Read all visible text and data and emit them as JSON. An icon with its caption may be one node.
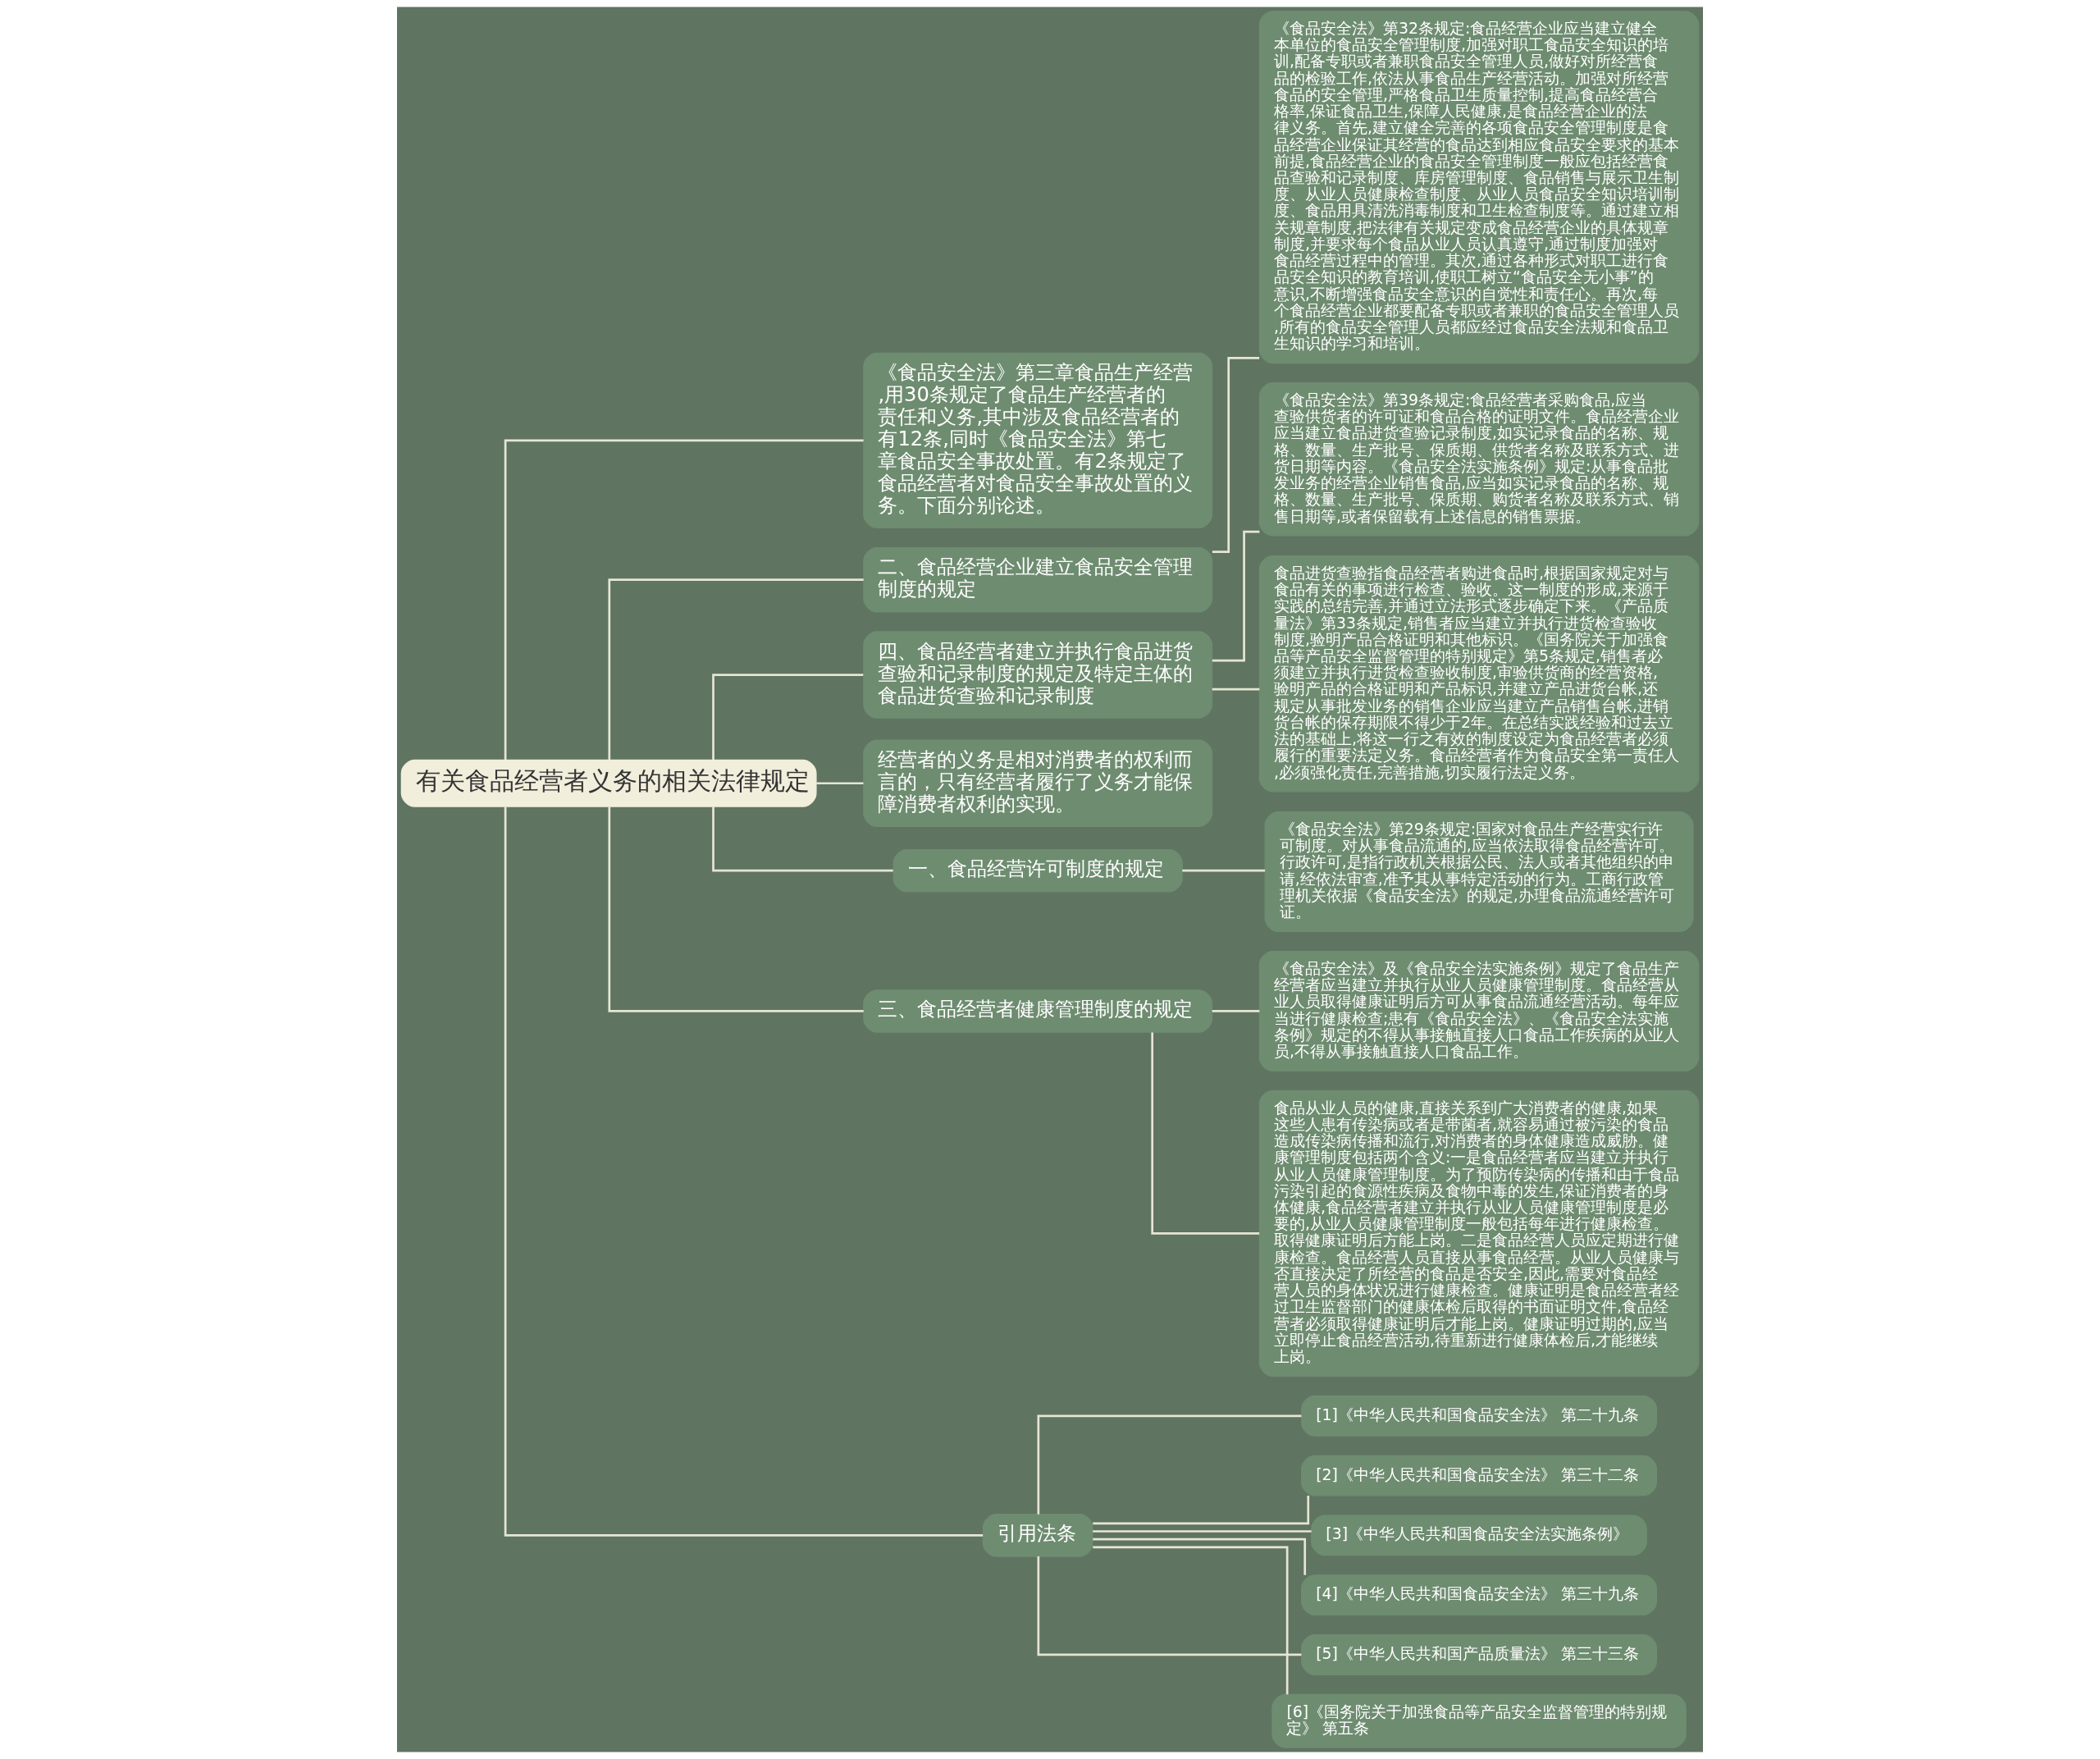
{
  "diagram": {
    "nodes": [
      {
        "text": [
          "有关食品经营者义务的相关法律规定"
        ]
      },
      {
        "text": [
          "《食品安全法》第三章食品生产经营,用30条规定了食品生产经营者的责任和义务,其中涉及食品经营者的有12条,同时《食品安全法》第七章食品安全事故处置。有2条规定了食品经营者对食品安全事故处置的义务。下面分别论述。"
        ]
      },
      {
        "text": [
          "二、食品经营企业建立食品安全管理制度的规定"
        ]
      },
      {
        "text": [
          "《食品安全法》第32条规定:食品经营企业应当建立健全本单位的食品安全管理制度,加强对职工食品安全知识的培训,配备专职或者兼职食品安全管理人员,做好对所经营食品的检验工作,依法从事食品生产经营活动。加强对所经营食品的安全管理,严格食品卫生质量控制,提高食品经营合格率,保证食品卫生,保障人民健康,是食品经营企业的法律义务。首先,建立健全完善的各项食品安全管理制度是食品经营企业保证其经营的食品达到相应食品安全要求的基本前提,食品经营企业的食品安全管理制度一般应包括经营食品查验和记录制度、库房管理制度、食品销售与展示卫生制度、从业人员健康检查制度、从业人员食品安全知识培训制度、食品用具清洗消毒制度和卫生检查制度等。通过建立相关规章制度,把法律有关规定变成食品经营企业的具体规章制度,并要求每个食品从业人员认真遵守,通过制度加强对食品经营过程中的管理。其次,通过各种形式对职工进行食品安全知识的教育培训,使职工树立“食品安全无小事”的意识,不断增强食品安全意识的自觉性和责任心。再次,每个食品经营企业都要配备专职或者兼职的食品安全管理人员,所有的食品安全管理人员都应经过食品安全法规和食品卫生知识的学习和培训。"
        ]
      },
      {
        "text": [
          "四、食品经营者建立并执行食品进货查验和记录制度的规定及特定主体的食品进货查验和记录制度"
        ]
      },
      {
        "text": [
          "《食品安全法》第39条规定:食品经营者采购食品,应当查验供货者的许可证和食品合格的证明文件。食品经营企业应当建立食品进货查验记录制度,如实记录食品的名称、规格、数量、生产批号、保质期、供货者名称及联系方式、进货日期等内容。《食品安全法实施条例》规定:从事食品批发业务的经营企业销售食品,应当如实记录食品的名称、规格、数量、生产批号、保质期、购货者名称及联系方式、销售日期等,或者保留载有上述信息的销售票据。"
        ]
      },
      {
        "text": [
          "食品进货查验指食品经营者购进食品时,根据国家规定对与食品有关的事项进行检查、验收。这一制度的形成,来源于实践的总结完善,并通过立法形式逐步确定下来。《产品质量法》第33条规定,销售者应当建立并执行进货检查验收制度,验明产品合格证明和其他标识。《国务院关于加强食品等产品安全监督管理的特别规定》第5条规定,销售者必须建立并执行进货检查验收制度,审验供货商的经营资格,验明产品的合格证明和产品标识,并建立产品进货台帐,还规定从事批发业务的销售企业应当建立产品销售台帐,进销货台帐的保存期限不得少于2年。在总结实践经验和过去立法的基础上,将这一行之有效的制度设定为食品经营者必须履行的重要法定义务。食品经营者作为食品安全第一责任人,必须强化责任,完善措施,切实履行法定义务。"
        ]
      },
      {
        "text": [
          "经营者的义务是相对消费者的权利而言的，只有经营者履行了义务才能保障消费者权利的实现。"
        ]
      },
      {
        "text": [
          "一、食品经营许可制度的规定"
        ]
      },
      {
        "text": [
          "《食品安全法》第29条规定:国家对食品生产经营实行许可制度。对从事食品流通的,应当依法取得食品经营许可。行政许可,是指行政机关根据公民、法人或者其他组织的申请,经依法审查,准予其从事特定活动的行为。工商行政管理机关依据《食品安全法》的规定,办理食品流通经营许可证。"
        ]
      },
      {
        "text": [
          "三、食品经营者健康管理制度的规定"
        ]
      },
      {
        "text": [
          "《食品安全法》及《食品安全法实施条例》规定了食品生产经营者应当建立并执行从业人员健康管理制度。食品经营从业人员取得健康证明后方可从事食品流通经营活动。每年应当进行健康检查;患有《食品安全法》、《食品安全法实施条例》规定的不得从事接触直接人口食品工作疾病的从业人员,不得从事接触直接人口食品工作。"
        ]
      },
      {
        "text": [
          "食品从业人员的健康,直接关系到广大消费者的健康,如果这些人患有传染病或者是带菌者,就容易通过被污染的食品造成传染病传播和流行,对消费者的身体健康造成威胁。健康管理制度包括两个含义:一是食品经营者应当建立并执行从业人员健康管理制度。为了预防传染病的传播和由于食品污染引起的食源性疾病及食物中毒的发生,保证消费者的身体健康,食品经营者建立并执行从业人员健康管理制度是必要的,从业人员健康管理制度一般包括每年进行健康检查。取得健康证明后方能上岗。二是食品经营人员应定期进行健康检查。食品经营人员直接从事食品经营。从业人员健康与否直接决定了所经营的食品是否安全,因此,需要对食品经营人员的身体状况进行健康检查。健康证明是食品经营者经过卫生监督部门的健康体检后取得的书面证明文件,食品经营者必须取得健康证明后才能上岗。健康证明过期的,应当立即停止食品经营活动,待重新进行健康体检后,才能继续上岗。"
        ]
      },
      {
        "text": [
          "引用法条"
        ]
      },
      {
        "text": [
          "[1]《中华人民共和国食品安全法》 第二十九条"
        ]
      },
      {
        "text": [
          "[2]《中华人民共和国食品安全法》 第三十二条"
        ]
      },
      {
        "text": [
          "[3]《中华人民共和国食品安全法实施条例》"
        ]
      },
      {
        "text": [
          "[4]《中华人民共和国食品安全法》 第三十九条"
        ]
      },
      {
        "text": [
          "[5]《中华人民共和国产品质量法》 第三十三条"
        ]
      },
      {
        "text": [
          "[6]《国务院关于加强食品等产品安全监督管理的特别规定》 第五条"
        ]
      }
    ],
    "edges": [
      {
        "from": 0,
        "to": 1,
        "arrow": "none"
      },
      {
        "from": 0,
        "to": 2,
        "arrow": "none"
      },
      {
        "from": 2,
        "to": 3,
        "arrow": "none"
      },
      {
        "from": 0,
        "to": 4,
        "arrow": "none"
      },
      {
        "from": 4,
        "to": 5,
        "arrow": "none"
      },
      {
        "from": 4,
        "to": 6,
        "arrow": "none"
      },
      {
        "from": 0,
        "to": 7,
        "arrow": "none"
      },
      {
        "from": 0,
        "to": 8,
        "arrow": "none"
      },
      {
        "from": 8,
        "to": 9,
        "arrow": "none"
      },
      {
        "from": 0,
        "to": 10,
        "arrow": "none"
      },
      {
        "from": 10,
        "to": 11,
        "arrow": "none"
      },
      {
        "from": 10,
        "to": 12,
        "arrow": "none"
      },
      {
        "from": 0,
        "to": 13,
        "arrow": "none"
      },
      {
        "from": 13,
        "to": 14,
        "arrow": "none"
      },
      {
        "from": 13,
        "to": 15,
        "arrow": "none"
      },
      {
        "from": 13,
        "to": 16,
        "arrow": "none"
      },
      {
        "from": 13,
        "to": 17,
        "arrow": "none"
      },
      {
        "from": 13,
        "to": 18,
        "arrow": "none"
      },
      {
        "from": 13,
        "to": 19,
        "arrow": "none"
      }
    ]
  }
}
